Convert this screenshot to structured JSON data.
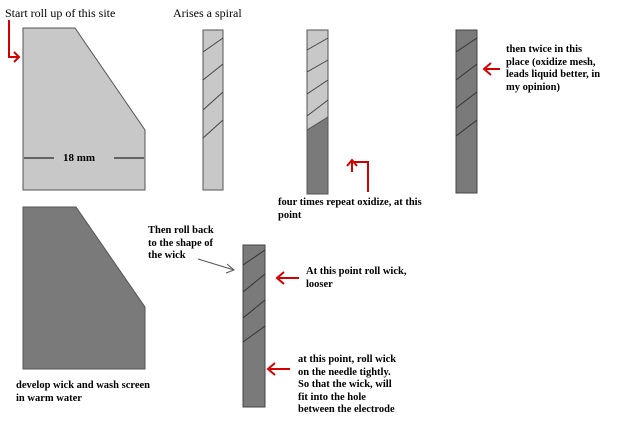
{
  "labels": {
    "start_roll": "Start roll up of this site",
    "arises_spiral": "Arises a spiral",
    "measure": "18 mm",
    "twice_lines": [
      "then twice in this",
      "place (oxidize mesh,",
      "leads liquid better, in",
      "my opinion)"
    ],
    "four_times": "four times repeat oxidize, at this",
    "four_times_2": "point",
    "develop_lines": [
      "develop wick and wash screen",
      "in warm water"
    ],
    "roll_back_lines": [
      "Then roll back",
      "to the shape of",
      "the wick"
    ],
    "roll_looser_lines": [
      "At this point roll wick,",
      "looser"
    ],
    "roll_tight_lines": [
      "at this point, roll wick",
      "on the needle tightly.",
      "So that the wick, will",
      "fit into the hole",
      "between the electrode"
    ]
  },
  "colors": {
    "light_gray": "#c8c8c8",
    "dark_gray": "#7a7a7a",
    "outline": "#444444",
    "arrow_red": "#d40000"
  }
}
